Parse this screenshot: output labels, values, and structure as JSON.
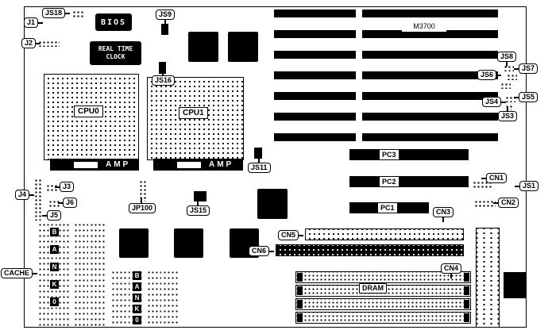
{
  "labels": {
    "j1": "J1",
    "j2": "J2",
    "j3": "J3",
    "j4": "J4",
    "j5": "J5",
    "j6": "J6",
    "js18": "JS18",
    "js9": "JS9",
    "js16": "JS16",
    "js11": "JS11",
    "js15": "JS15",
    "jp100": "JP100",
    "js1": "JS1",
    "js3": "JS3",
    "js4": "JS4",
    "js5": "JS5",
    "js6": "JS6",
    "js7": "JS7",
    "js8": "JS8",
    "cn1": "CN1",
    "cn2": "CN2",
    "cn3": "CN3",
    "cn4": "CN4",
    "cn5": "CN5",
    "cn6": "CN6",
    "cache": "CACHE",
    "dram": "DRAM"
  },
  "chips": {
    "bios": "BIOS",
    "rtc1": "REAL TIME",
    "rtc2": "CLOCK",
    "cpu0": "CPU0",
    "cpu1": "CPU1",
    "amp": "AMP",
    "model": "M3700"
  },
  "slots": {
    "pc1": "PC1",
    "pc2": "PC2",
    "pc3": "PC3"
  },
  "bank": {
    "letters": [
      "B",
      "A",
      "N",
      "K",
      "0"
    ]
  }
}
